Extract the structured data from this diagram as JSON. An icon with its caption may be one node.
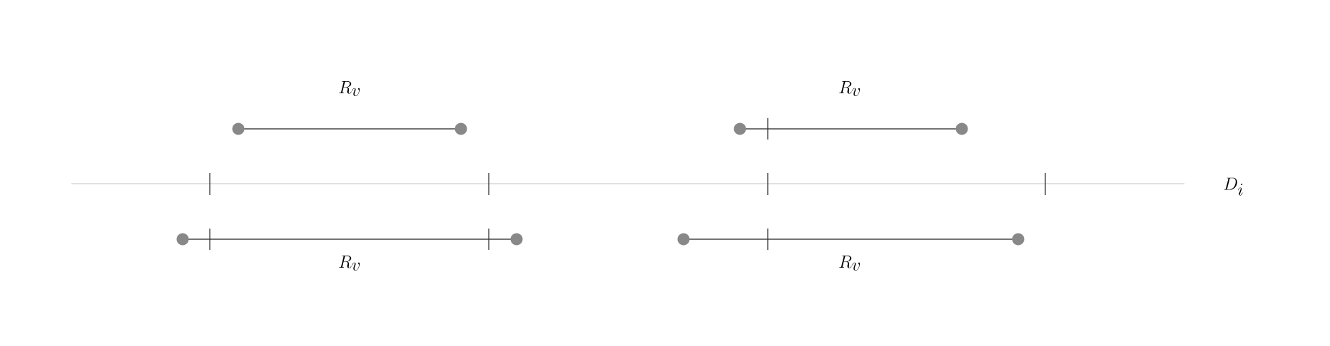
{
  "diagram": {
    "labels": [
      "R_v",
      "R_v",
      "D_i",
      "R_v",
      "R_v"
    ]
  }
}
